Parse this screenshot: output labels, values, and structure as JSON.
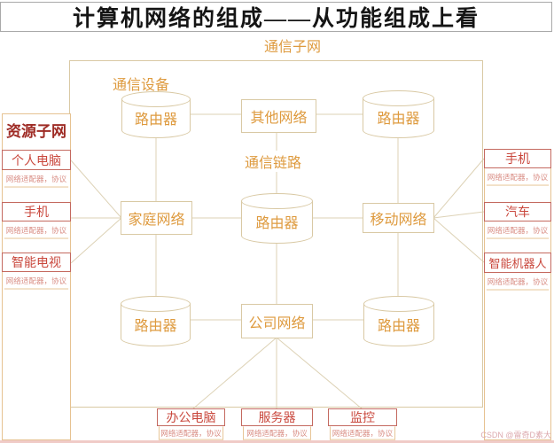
{
  "title": "计算机网络的组成——从功能组成上看",
  "labels": {
    "comm_subnet": "通信子网",
    "comm_device": "通信设备",
    "comm_link": "通信链路",
    "resource_subnet": "资源子网"
  },
  "router_label": "路由器",
  "adapter_label": "网络适配器，协议",
  "networks": {
    "other": "其他网络",
    "home": "家庭网络",
    "mobile": "移动网络",
    "company": "公司网络"
  },
  "left_devices": [
    {
      "name": "个人电脑"
    },
    {
      "name": "手机"
    },
    {
      "name": "智能电视"
    }
  ],
  "right_devices": [
    {
      "name": "手机"
    },
    {
      "name": "汽车"
    },
    {
      "name": "智能机器人"
    }
  ],
  "bottom_devices": [
    {
      "name": "办公电脑"
    },
    {
      "name": "服务器"
    },
    {
      "name": "监控"
    }
  ],
  "watermark": "CSDN @雷奇D素大",
  "colors": {
    "title_text": "#151515",
    "orange": "#de9a3e",
    "device_red": "#c9473c",
    "dark_red": "#9e2b25",
    "tan_border": "#d9c9a4",
    "column_border": "#e6c291",
    "name_border": "#c4695f",
    "sub_red": "#d98e85",
    "pink_strip": "#f0cbc7",
    "watermark_pink": "#dca8ad"
  }
}
